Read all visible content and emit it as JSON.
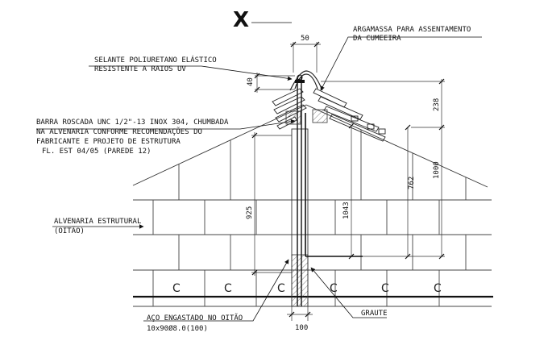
{
  "marker": "X",
  "dims": {
    "top_width": "50",
    "sealant_height": "40",
    "ridge_height": "238",
    "total_height": "1000",
    "rod_span": "762",
    "steel_length": "925",
    "rod_length": "1043",
    "base_width": "100"
  },
  "annotations": {
    "mortar": [
      "ARGAMASSA PARA ASSENTAMENTO",
      "DA CUMEEIRA"
    ],
    "sealant": [
      "SELANTE POLIURETANO ELÁSTICO",
      "RESISTENTE A RAIOS UV"
    ],
    "rod": [
      "BARRA ROSCADA UNC 1/2\"-13 INOX 304, CHUMBADA",
      "NA ALVENARIA CONFORME RECOMENDAÇÕES DO",
      "FABRICANTE E PROJETO DE ESTRUTURA",
      "FL. EST 04/05 (PAREDE 12)"
    ],
    "masonry": [
      "ALVENARIA ESTRUTURAL",
      "(OITÃO)"
    ],
    "steel": [
      "AÇO ENGASTADO NO OITÃO",
      "10x90Ø8.0(100)"
    ],
    "grout": "GRAUTE"
  },
  "block_marks": [
    "C",
    "C",
    "C",
    "C",
    "C",
    "C"
  ]
}
